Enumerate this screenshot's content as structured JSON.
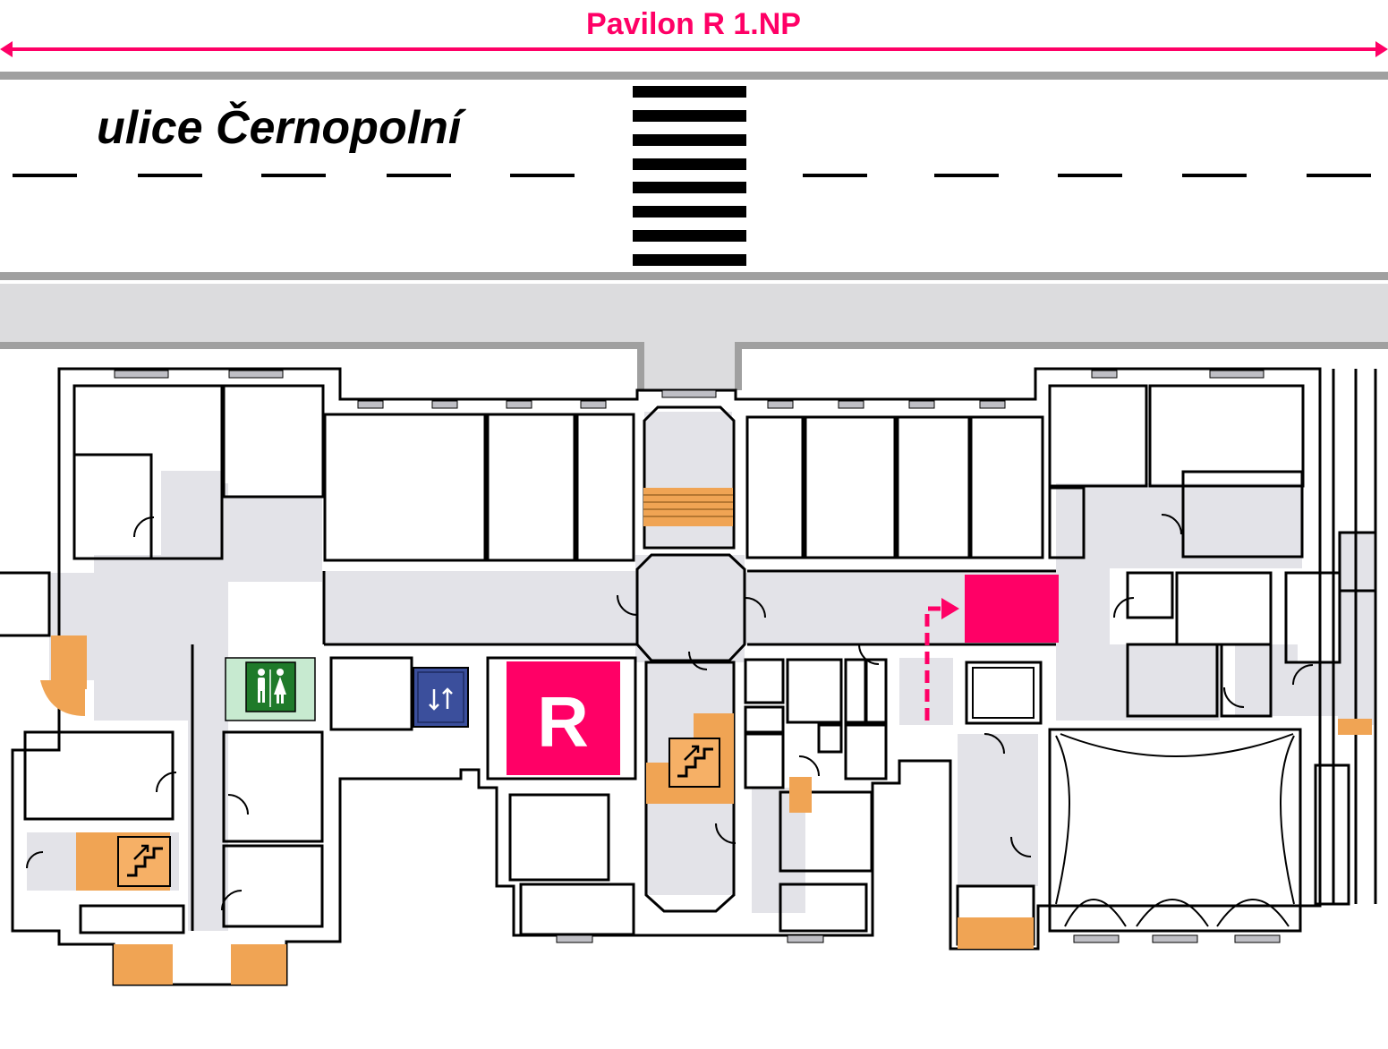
{
  "title": "Pavilon R 1.NP",
  "street": "ulice Černopolní",
  "building_label": "R",
  "colors": {
    "accent": "#ff0066",
    "road_gray": "#a0a0a0",
    "sidewalk": "#dcdcde",
    "corridor": "#e3e3e8",
    "wall": "#000000",
    "stairs": "#f0a454",
    "toilet_bg": "#1f7a2a",
    "toilet_area": "#c7ead0",
    "elevator": "#3b4f9c",
    "stairs_icon": "#f6b066"
  },
  "icons": {
    "toilet": "toilet-icon",
    "elevator": "elevator-icon",
    "stairs": "stairs-icon",
    "route_arrow": "route-arrow-icon",
    "destination": "destination-marker"
  }
}
